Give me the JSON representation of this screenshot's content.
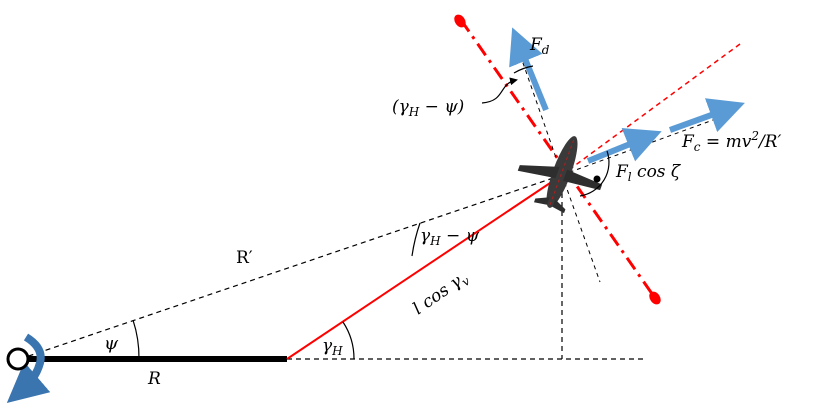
{
  "labels": {
    "radius_R": "R",
    "radius_R_prime": "R′",
    "angle_psi": "ψ",
    "angle_gamma_H": "γ",
    "angle_gamma_H_sub": "H",
    "angle_diff_top": "(γ",
    "angle_diff_top_sub": "H",
    "angle_diff_top_tail": " − ψ)",
    "angle_diff_mid": "γ",
    "angle_diff_mid_sub": "H",
    "angle_diff_mid_tail": " − ψ",
    "tether_length": "l cos γ",
    "tether_length_sub": "v",
    "force_drag": "F",
    "force_drag_sub": "d",
    "force_centrifugal": "F",
    "force_centrifugal_sub": "c",
    "force_centrifugal_expr": " = mv",
    "force_centrifugal_sup": "2",
    "force_centrifugal_tail": "/R′",
    "force_lift": "F",
    "force_lift_sub": "l",
    "force_lift_tail": " cos ζ"
  },
  "colors": {
    "tether": "#ff0000",
    "force_arrow": "#5b9bd5",
    "dashed": "#000000",
    "rotation_arrow": "#3a75b0",
    "axis_dots": "#ff0000",
    "aircraft": "#3a3a3a"
  },
  "icons": {
    "pivot": "circle-pivot-icon",
    "rotation": "curved-rotation-arrow-icon",
    "aircraft": "airplane-icon"
  }
}
